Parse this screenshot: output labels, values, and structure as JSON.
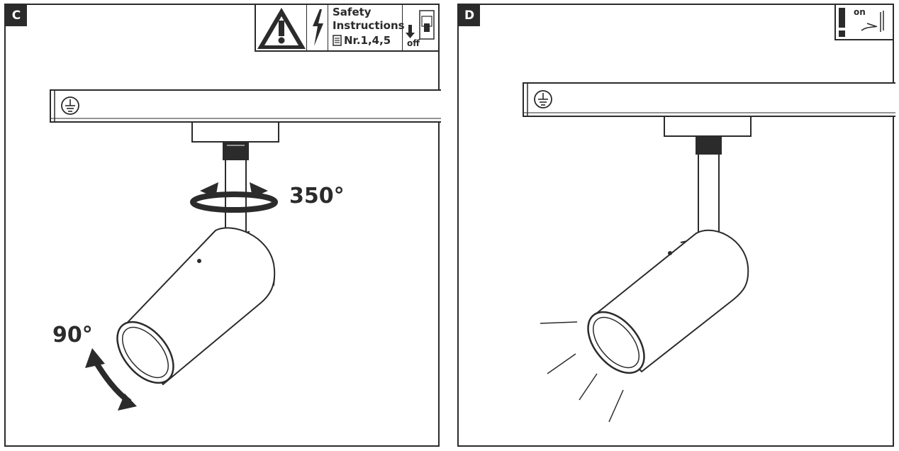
{
  "panel_c": {
    "label": "C",
    "rotation_label": "350°",
    "tilt_label": "90°",
    "safety": {
      "title_line1": "Safety",
      "title_line2": "Instructions",
      "reference": "Nr.1,4,5",
      "switch_state": "off"
    },
    "icons": [
      "warning-triangle-icon",
      "lightning-icon",
      "manual-icon",
      "arrow-down-icon",
      "circuit-breaker-icon",
      "ground-icon",
      "rotate-arrow-icon",
      "tilt-arrow-icon"
    ]
  },
  "panel_d": {
    "label": "D",
    "switch_state": "on",
    "icons": [
      "exclamation-icon",
      "switch-on-icon",
      "ground-icon",
      "light-rays-icon"
    ]
  },
  "colors": {
    "ink": "#2b2b2b",
    "background": "#ffffff"
  }
}
